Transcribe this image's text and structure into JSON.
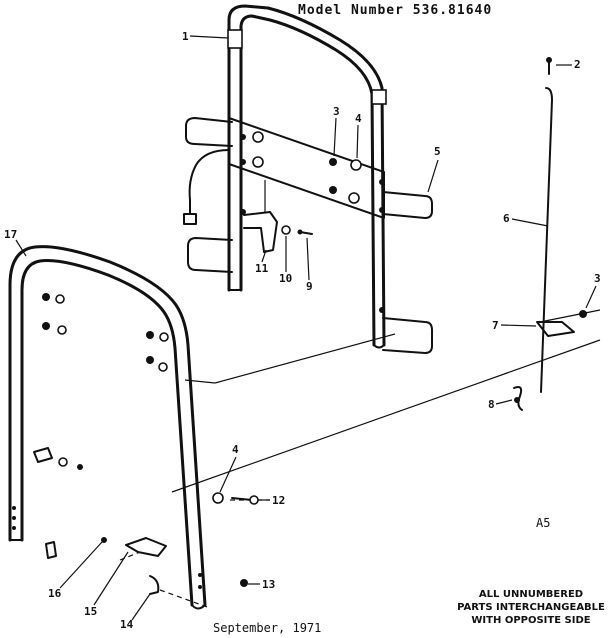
{
  "header": {
    "model": "Model Number 536.81640"
  },
  "footer": {
    "date": "September, 1971"
  },
  "page_code": "A5",
  "note": {
    "line1": "ALL UNNUMBERED",
    "line2": "PARTS INTERCHANGEABLE",
    "line3": "WITH OPPOSITE SIDE"
  },
  "callouts": {
    "c1": "1",
    "c2": "2",
    "c3a": "3",
    "c3b": "3",
    "c4a": "4",
    "c4b": "4",
    "c5": "5",
    "c6": "6",
    "c7": "7",
    "c8": "8",
    "c9": "9",
    "c10": "10",
    "c11": "11",
    "c12": "12",
    "c13": "13",
    "c14": "14",
    "c15": "15",
    "c16": "16",
    "c17": "17"
  }
}
